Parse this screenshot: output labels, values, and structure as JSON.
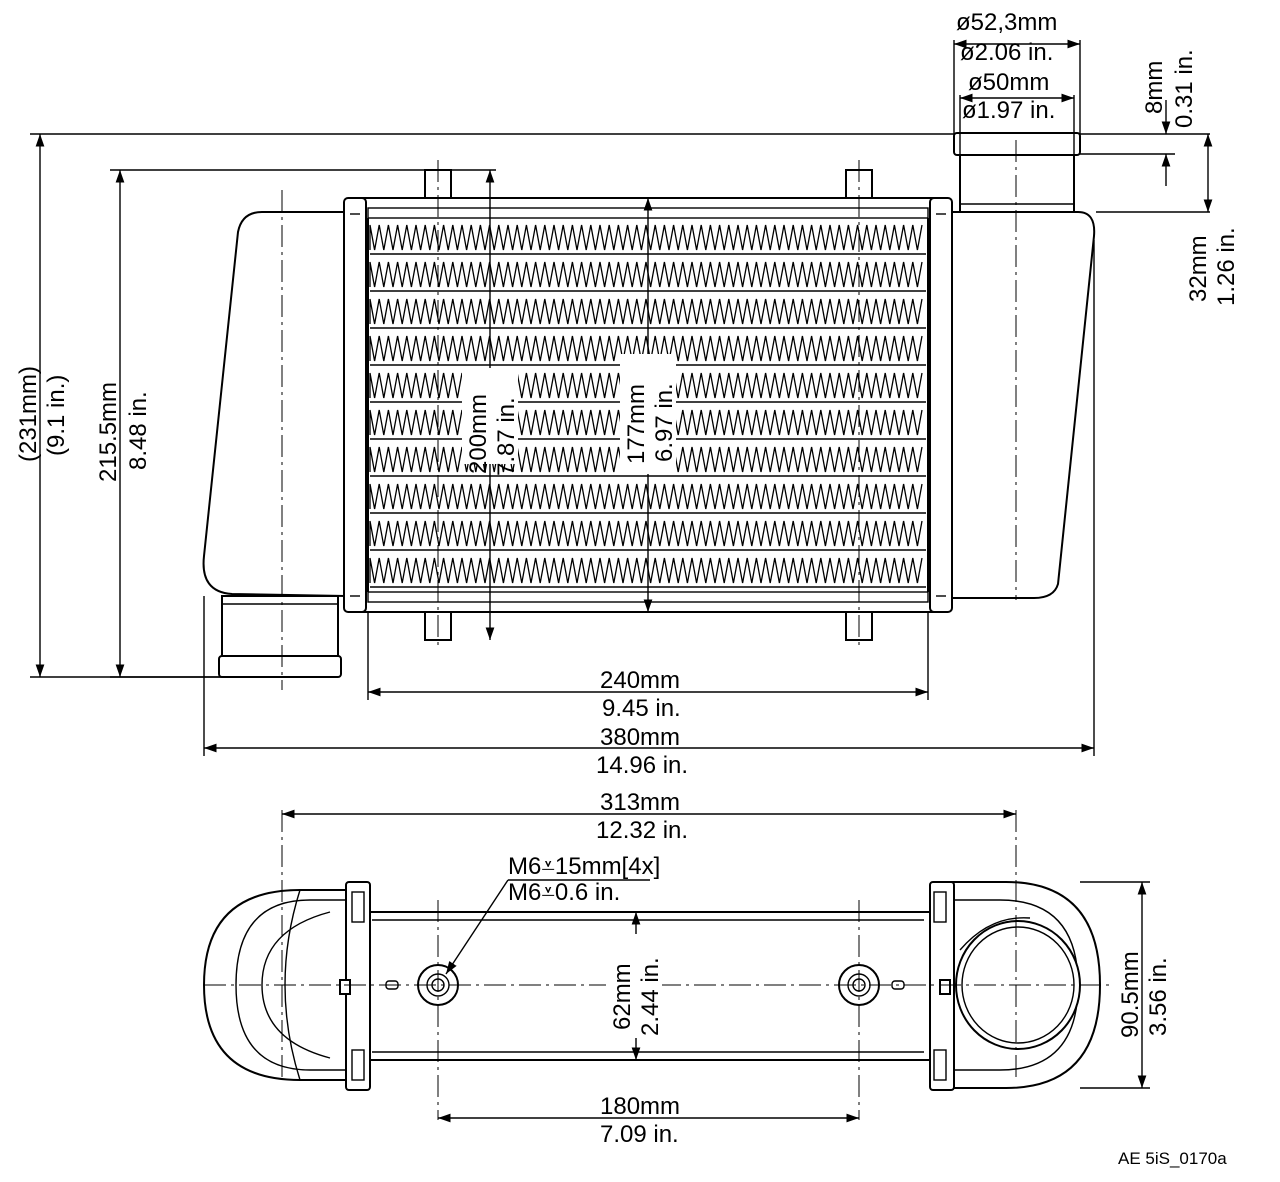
{
  "diagram": {
    "dimensions": {
      "outlet_outer": {
        "mm": "ø52,3mm",
        "in": "ø2.06 in."
      },
      "outlet_inner": {
        "mm": "ø50mm",
        "in": "ø1.97 in."
      },
      "bead_offset": {
        "mm": "8mm",
        "in": "0.31 in."
      },
      "outlet_height": {
        "mm": "32mm",
        "in": "1.26 in."
      },
      "overall_height": {
        "mm": "(231mm)",
        "in": "(9.1 in.)"
      },
      "tank_height": {
        "mm": "215.5mm",
        "in": "8.48 in."
      },
      "stud_span": {
        "mm": "200mm",
        "in": "7.87 in."
      },
      "core_height": {
        "mm": "177mm",
        "in": "6.97 in."
      },
      "core_width": {
        "mm": "240mm",
        "in": "9.45 in."
      },
      "overall_width": {
        "mm": "380mm",
        "in": "14.96 in."
      },
      "pipe_centres": {
        "mm": "313mm",
        "in": "12.32 in."
      },
      "thread": {
        "mm": "M6⩡15mm[4x]",
        "in": "M6⩡0.6 in."
      },
      "core_depth": {
        "mm": "62mm",
        "in": "2.44 in."
      },
      "overall_depth": {
        "mm": "90.5mm",
        "in": "3.56 in."
      },
      "mount_spacing": {
        "mm": "180mm",
        "in": "7.09 in."
      }
    },
    "figure_code": "AE 5iS_0170a"
  }
}
